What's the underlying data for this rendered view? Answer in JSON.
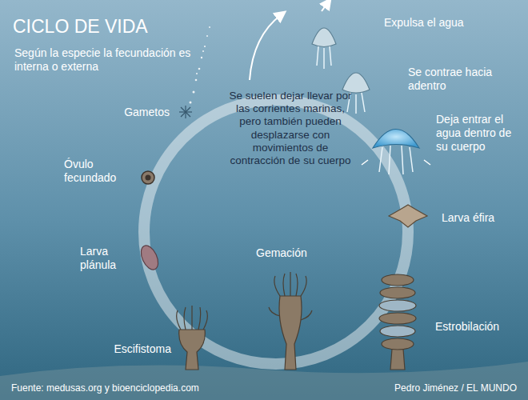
{
  "diagram": {
    "title": "CICLO DE VIDA",
    "labels": [
      "Según la especie la fecundación es interna o externa",
      "Gametos",
      "Óvulo fecundado",
      "Larva plánula",
      "Escifistoma",
      "Gemación",
      "Estrobilación",
      "Larva éfira",
      "Deja entrar el agua dentro de su cuerpo",
      "Se contrae hacia adentro",
      "Expulsa el agua",
      "Se suelen dejar llevar por las corrientes marinas, pero también pueden desplazarse con movimientos de contracción de su cuerpo",
      "Fuente: medusas.org y bioenciclopedia.com",
      "Pedro Jiménez / EL MUNDO"
    ]
  }
}
